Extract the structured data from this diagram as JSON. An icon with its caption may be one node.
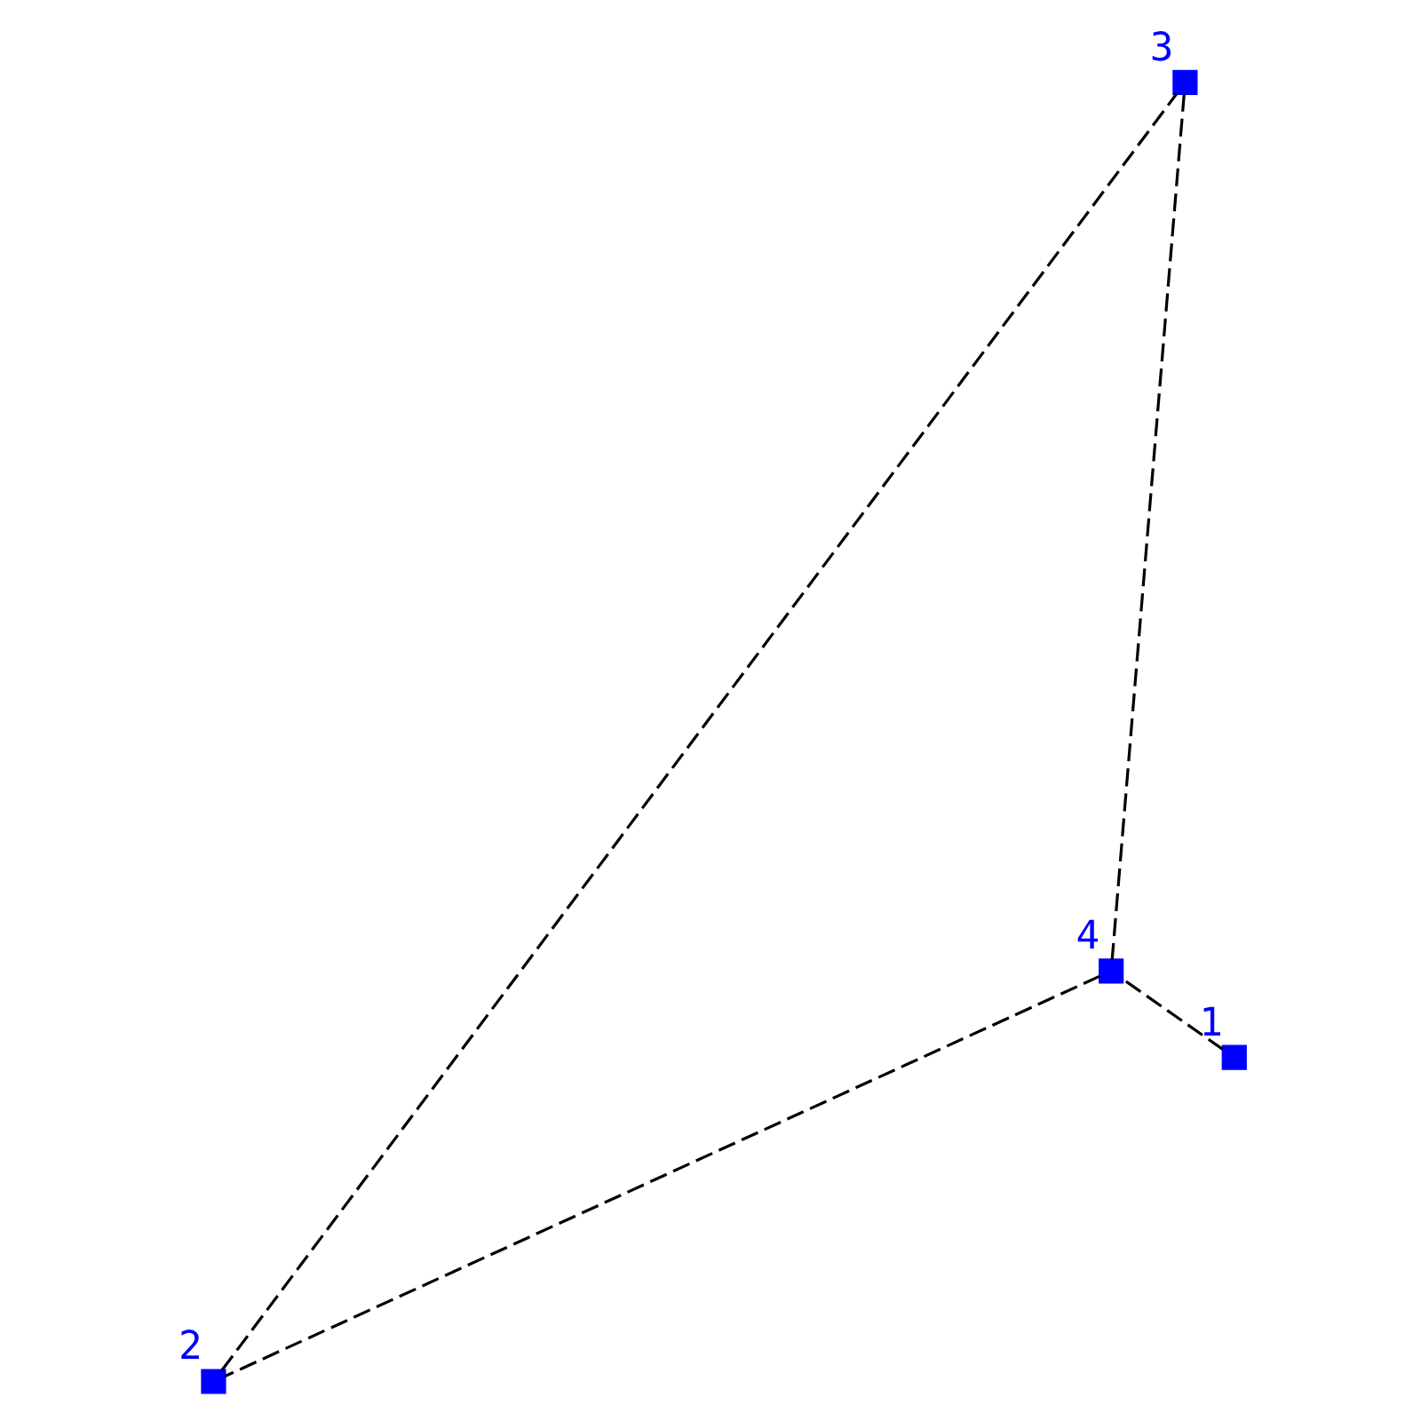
{
  "diagram": {
    "nodes": [
      {
        "text": [],
        "shape": "box",
        "beside": [
          "1"
        ]
      },
      {
        "text": [],
        "shape": "box",
        "beside": [
          "2"
        ]
      },
      {
        "text": [],
        "shape": "box",
        "beside": [
          "3"
        ]
      },
      {
        "text": [],
        "shape": "box",
        "beside": [
          "4"
        ]
      }
    ],
    "edges": [
      {
        "from": 0,
        "to": 3,
        "arrow": "none",
        "style": "dashed"
      },
      {
        "from": 3,
        "to": 1,
        "arrow": "none",
        "style": "dashed"
      },
      {
        "from": 1,
        "to": 2,
        "arrow": "none",
        "style": "dashed"
      },
      {
        "from": 2,
        "to": 3,
        "arrow": "none",
        "style": "dashed"
      }
    ]
  }
}
